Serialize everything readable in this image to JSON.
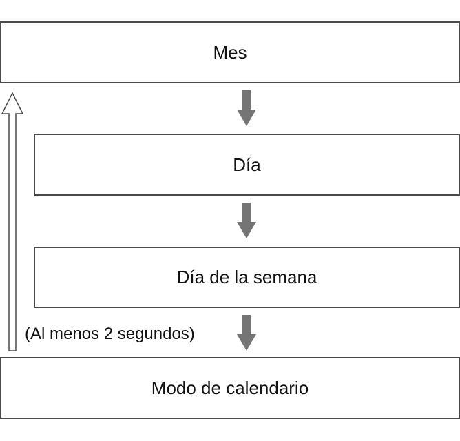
{
  "diagram": {
    "steps": [
      {
        "label": "Mes"
      },
      {
        "label": "Día"
      },
      {
        "label": "Día de la semana"
      },
      {
        "label": "Modo de calendario"
      }
    ],
    "return_note": "(Al menos 2 segundos)"
  },
  "colors": {
    "arrow_fill": "#757575",
    "box_border": "#4a4a4a",
    "return_arrow_stroke": "#4a4a4a"
  }
}
